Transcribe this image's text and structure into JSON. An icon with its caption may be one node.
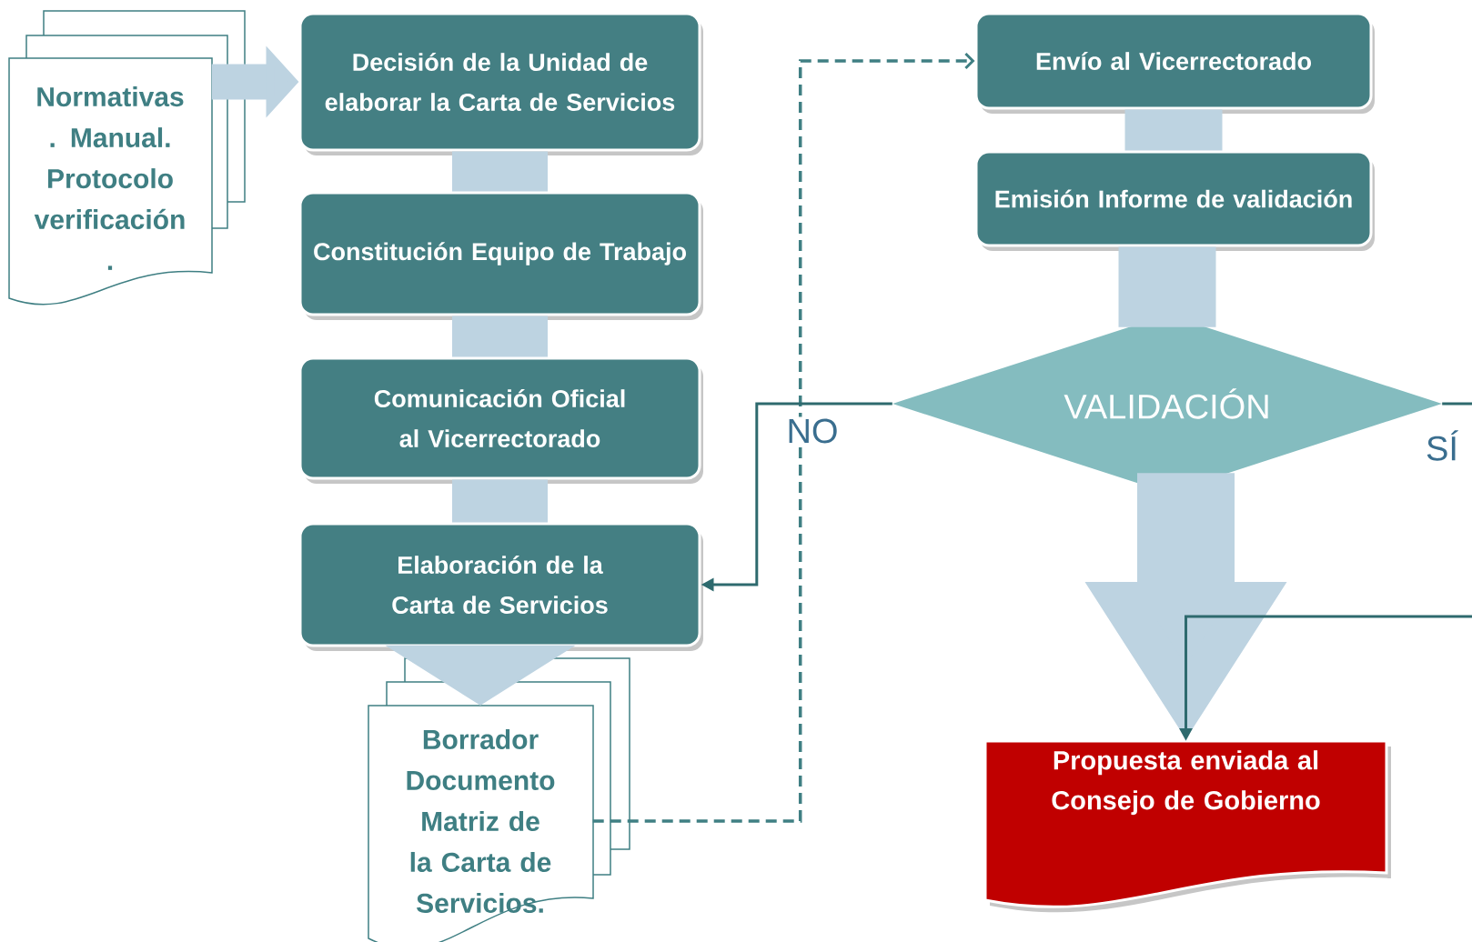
{
  "diagram": {
    "nodes": [
      {
        "text": [
          "Normativas . Manual. Protocolo verificación ."
        ]
      },
      {
        "text": [
          "Decisión de la Unidad de elaborar la Carta de Servicios"
        ]
      },
      {
        "text": [
          "Constitución Equipo de Trabajo"
        ]
      },
      {
        "text": [
          "Comunicación Oficial al Vicerrectorado"
        ]
      },
      {
        "text": [
          "Elaboración de la Carta de Servicios"
        ]
      },
      {
        "text": [
          "Borrador Documento Matriz de la Carta de Servicios."
        ]
      },
      {
        "text": [
          "Envío al Vicerrectorado"
        ]
      },
      {
        "text": [
          "Emisión Informe de validación"
        ]
      },
      {
        "text": [
          "VALIDACIÓN"
        ]
      },
      {
        "text": [
          "Propuesta enviada al Consejo de Gobierno"
        ]
      }
    ],
    "edges": [
      {
        "from": 0,
        "to": 1,
        "arrow": "to"
      },
      {
        "from": 1,
        "to": 2,
        "arrow": "none"
      },
      {
        "from": 2,
        "to": 3,
        "arrow": "none"
      },
      {
        "from": 3,
        "to": 4,
        "arrow": "none"
      },
      {
        "from": 4,
        "to": 5,
        "arrow": "to"
      },
      {
        "from": 5,
        "to": 6,
        "arrow": "to",
        "style": "dashed",
        "color": "#3f7f83"
      },
      {
        "from": 6,
        "to": 7,
        "arrow": "none"
      },
      {
        "from": 7,
        "to": 8,
        "arrow": "none"
      },
      {
        "from": 8,
        "to": 9,
        "arrow": "to"
      },
      {
        "from": 8,
        "to": 4,
        "arrow": "to",
        "label": "NO",
        "color": "#2e6a6e"
      },
      {
        "from": 8,
        "to": 9,
        "arrow": "to",
        "label": "SÍ",
        "color": "#2e6a6e"
      }
    ]
  }
}
